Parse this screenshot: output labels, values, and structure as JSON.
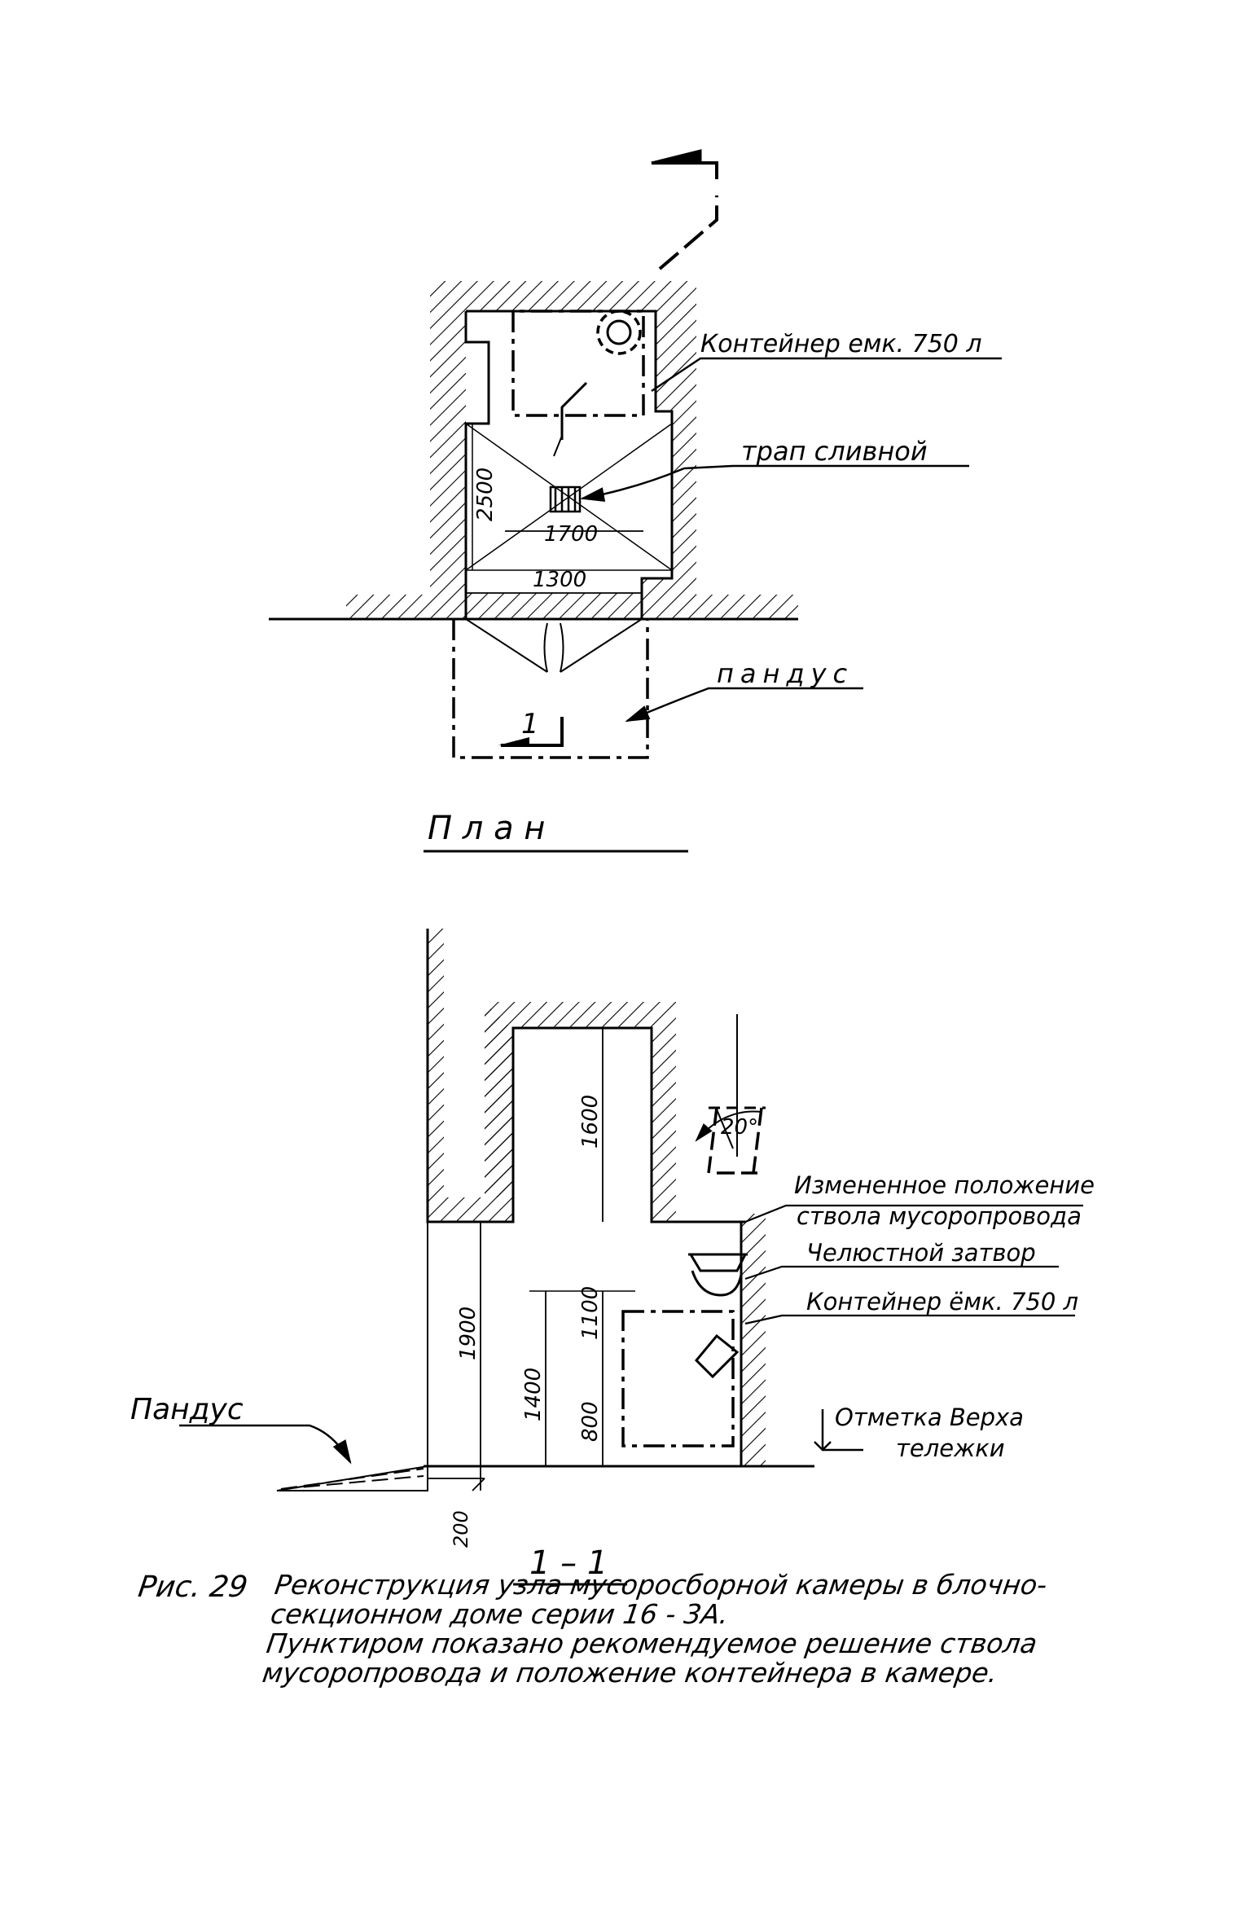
{
  "plan": {
    "title": "П л а н",
    "container_label": "Контейнер емк. 750 л",
    "drain_label": "трап сливной",
    "ramp_label": "пандус",
    "dim_2500": "2500",
    "dim_1700": "1700",
    "dim_1300": "1300",
    "section_mark": "1"
  },
  "section": {
    "title": "1 – 1",
    "ramp_label": "Пандус",
    "changed_position_line1": "Измененное положение",
    "changed_position_line2": "ствола мусоропровода",
    "jaw_gate": "Челюстной затвор",
    "container_label": "Контейнер ёмк. 750 л",
    "trolley_mark_line1": "Отметка Верха",
    "trolley_mark_line2": "тележки",
    "angle": "20°",
    "dim_1600": "1600",
    "dim_1900": "1900",
    "dim_1400": "1400",
    "dim_1100": "1100",
    "dim_800": "800",
    "dim_200": "200"
  },
  "caption": {
    "number": "Рис. 29",
    "line1": "Реконструкция узла мусоросборной камеры в блочно-",
    "line2": "секционном доме серии 16 - 3А.",
    "line3": "Пунктиром показано рекомендуемое решение ствола",
    "line4": "мусоропровода и положение контейнера в камере."
  }
}
